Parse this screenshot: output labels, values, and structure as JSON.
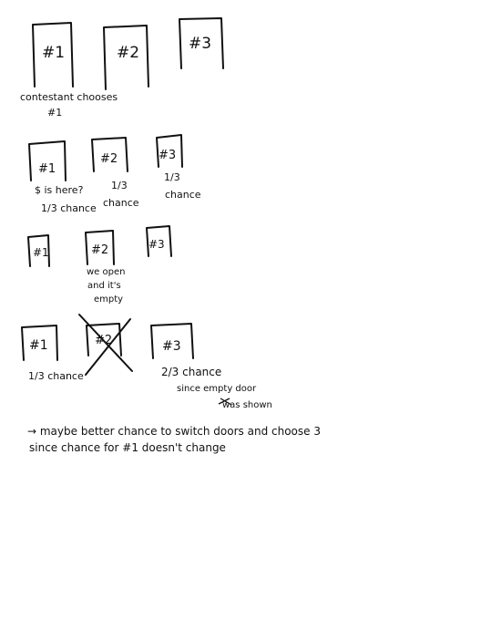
{
  "rows": [
    {
      "doors": [
        {
          "label": "#1",
          "notes": [
            "contestant chooses",
            "#1"
          ]
        },
        {
          "label": "#2",
          "notes": []
        },
        {
          "label": "#3",
          "notes": []
        }
      ]
    },
    {
      "doors": [
        {
          "label": "#1",
          "notes": [
            "$ is here?",
            "1/3 chance"
          ]
        },
        {
          "label": "#2",
          "notes": [
            "1/3",
            "chance"
          ]
        },
        {
          "label": "#3",
          "notes": [
            "1/3",
            "chance"
          ]
        }
      ]
    },
    {
      "doors": [
        {
          "label": "#1",
          "notes": []
        },
        {
          "label": "#2",
          "notes": [
            "we open",
            "and it's",
            "empty"
          ]
        },
        {
          "label": "#3",
          "notes": []
        }
      ]
    },
    {
      "doors": [
        {
          "label": "#1",
          "notes": [
            "1/3 chance"
          ]
        },
        {
          "label": "#2",
          "notes": [],
          "crossed_out": true
        },
        {
          "label": "#3",
          "notes": [
            "2/3 chance",
            "since empty door",
            "was shown"
          ]
        }
      ]
    }
  ],
  "conclusion": [
    "→ maybe better chance to switch doors and choose 3",
    "since chance for #1 doesn't change"
  ],
  "ink_color": "#111111"
}
